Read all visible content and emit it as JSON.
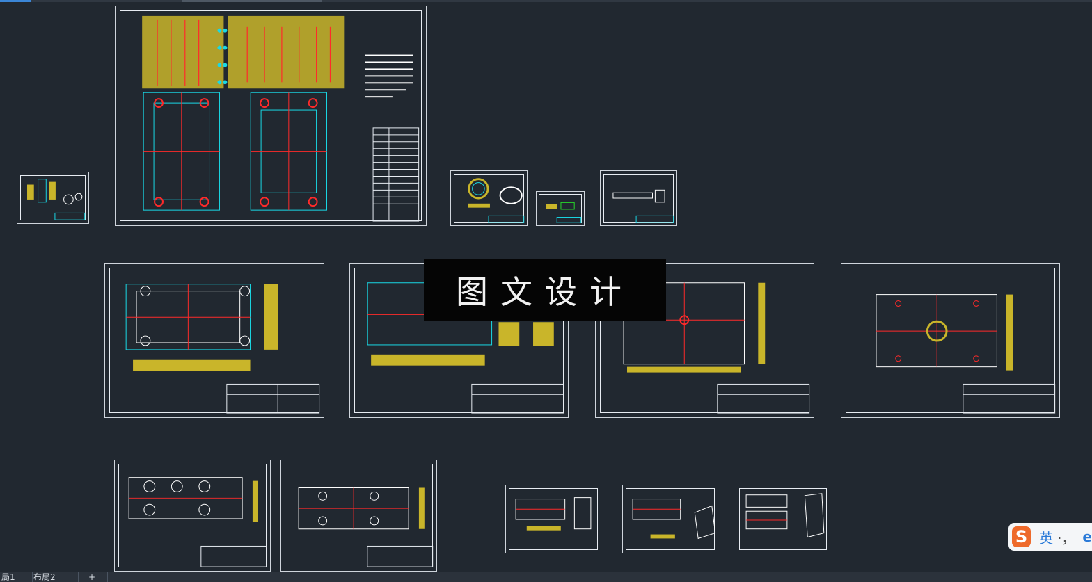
{
  "watermark": "图文设计",
  "tabs": {
    "layout1": "局1",
    "layout2": "布局2",
    "add": "+"
  },
  "ime": {
    "label": "英",
    "punct": "·，",
    "extra": "e"
  },
  "colors": {
    "background": "#212830",
    "sheet_border": "#cfd5dc",
    "hatch": "#c9b52a",
    "cyan": "#19d9e6",
    "red": "#ff2a2a",
    "green": "#28e02a",
    "magenta": "#e030ff"
  }
}
